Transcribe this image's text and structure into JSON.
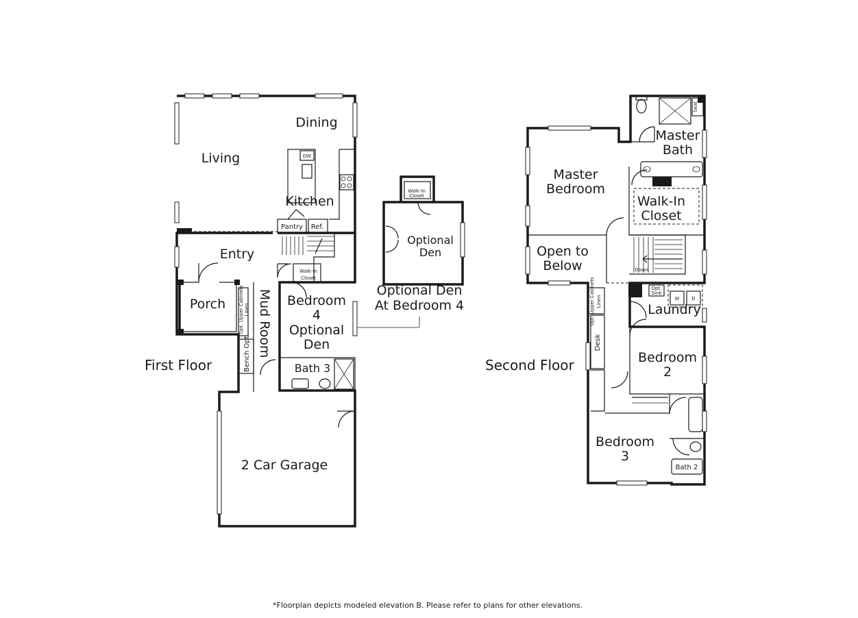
{
  "floors": {
    "first": {
      "title": "First Floor",
      "rooms": {
        "dining": "Dining",
        "living": "Living",
        "kitchen": "Kitchen",
        "dw": "DW",
        "pantry": "Pantry",
        "ref": "Ref.",
        "entry": "Entry",
        "walkin_l1": "Walk-In",
        "walkin_l2": "Closet",
        "porch": "Porch",
        "mud_room": "Mud Room",
        "upper_cab_l1": "Opt. Upper Cabinets",
        "upper_cab_l2": "Linen",
        "bench": "Bench Opt.",
        "bed4_l1": "Bedroom",
        "bed4_l2": "4",
        "bed4_l3": "Optional",
        "bed4_l4": "Den",
        "bath3": "Bath 3",
        "garage": "2 Car Garage"
      }
    },
    "optional": {
      "walkin_l1": "Walk-In",
      "walkin_l2": "Closet",
      "den_l1": "Optional",
      "den_l2": "Den",
      "caption_l1": "Optional Den",
      "caption_l2": "At Bedroom 4"
    },
    "second": {
      "title": "Second Floor",
      "rooms": {
        "seat": "Seat",
        "master_bath_l1": "Master",
        "master_bath_l2": "Bath",
        "master_bed_l1": "Master",
        "master_bed_l2": "Bedroom",
        "walkin_l1": "Walk-In",
        "walkin_l2": "Closet",
        "open_l1": "Open to",
        "open_l2": "Below",
        "down": "Down",
        "opt_sink_l1": "Opt.",
        "opt_sink_l2": "Sink",
        "washer": "W",
        "dryer": "D",
        "laundry": "Laundry",
        "upper_cab_l1": "Opt. Upper Cabinets",
        "upper_cab_l2": "Linen",
        "desk": "Desk",
        "bed2_l1": "Bedroom",
        "bed2_l2": "2",
        "bed3_l1": "Bedroom",
        "bed3_l2": "3",
        "bath2": "Bath 2"
      }
    }
  },
  "footnote": "*Floorplan depicts modeled elevation B. Please refer to plans for other elevations."
}
